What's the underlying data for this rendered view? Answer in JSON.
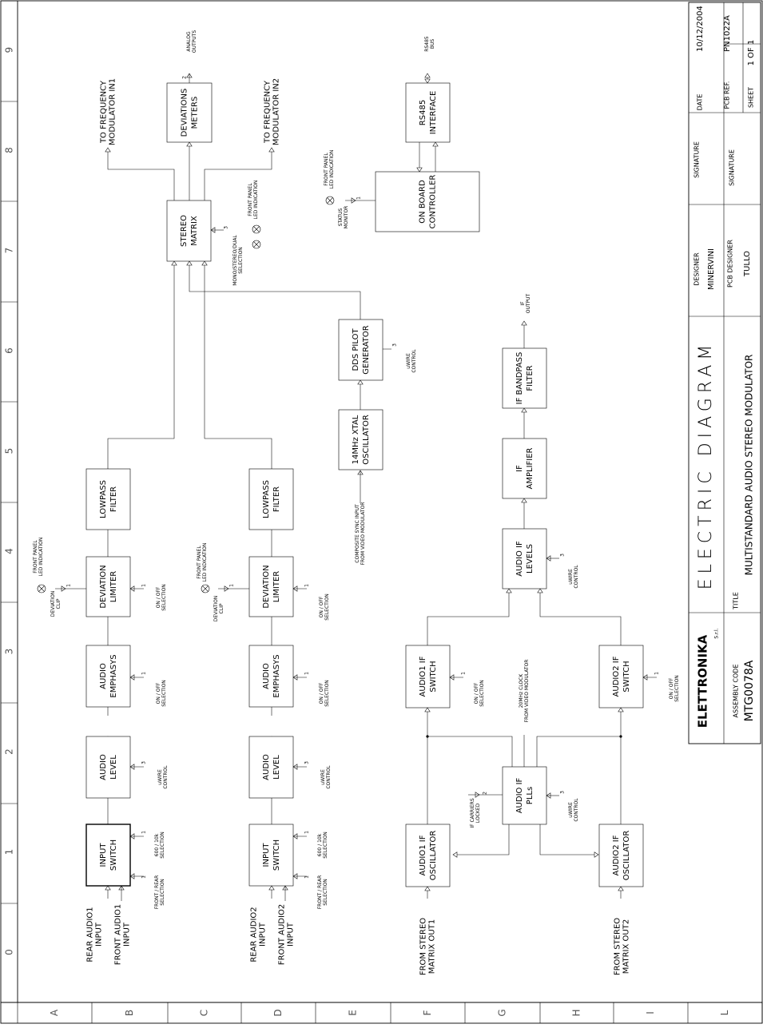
{
  "grid": {
    "rows": [
      "A",
      "B",
      "C",
      "D",
      "E",
      "F",
      "G",
      "H",
      "I",
      "L"
    ],
    "cols": [
      "0",
      "1",
      "2",
      "3",
      "4",
      "5",
      "6",
      "7",
      "8",
      "9"
    ]
  },
  "title_block": {
    "logo": "ELETTRONIKA",
    "logo_sub": "S.r.l.",
    "assembly_code_label": "ASSEMBLY CODE",
    "assembly_code": "MTG0078A",
    "title_label": "TITLE",
    "diagram_type": "ELECTRIC DIAGRAM",
    "title": "MULTISTANDARD AUDIO STEREO MODULATOR",
    "designer_label": "DESIGNER",
    "designer": "MINERVINI",
    "pcb_designer_label": "PCB DESIGNER",
    "pcb_designer": "TULLO",
    "signature_label_1": "SIGNATURE",
    "signature_label_2": "SIGNATURE",
    "date_label": "DATE",
    "date": "10/12/2004",
    "pcb_ref_label": "PCB REF.",
    "pcb_ref": "PN1022A",
    "sheet_label": "SHEET",
    "sheet_of": "1 OF 1"
  },
  "blocks": {
    "input_switch_1": [
      "INPUT",
      "SWITCH"
    ],
    "audio_level_1": [
      "AUDIO",
      "LEVEL"
    ],
    "audio_emphasis_1": [
      "AUDIO",
      "EMPHASYS"
    ],
    "deviation_limiter_1": [
      "DEVIATION",
      "LIMITER"
    ],
    "lowpass_filter_1": [
      "LOWPASS",
      "FILTER"
    ],
    "input_switch_2": [
      "INPUT",
      "SWITCH"
    ],
    "audio_level_2": [
      "AUDIO",
      "LEVEL"
    ],
    "audio_emphasis_2": [
      "AUDIO",
      "EMPHASYS"
    ],
    "deviation_limiter_2": [
      "DEVIATION",
      "LIMITER"
    ],
    "lowpass_filter_2": [
      "LOWPASS",
      "FILTER"
    ],
    "stereo_matrix": [
      "STEREO",
      "MATRIX"
    ],
    "deviations_meters": [
      "DEVIATIONS",
      "METERS"
    ],
    "xtal_oscillator": [
      "14MHz XTAL",
      "OSCILLATOR"
    ],
    "dds_pilot": [
      "DDS PILOT",
      "GENERATOR"
    ],
    "onboard_controller": [
      "ON BOARD",
      "CONTROLLER"
    ],
    "rs485_interface": [
      "RS485",
      "INTERFACE"
    ],
    "audio01_oscillator": [
      "AUDIO1 IF",
      "OSCILLATOR"
    ],
    "audio02_oscillator": [
      "AUDIO2 IF",
      "OSCILLATOR"
    ],
    "audio_if_plls": [
      "AUDIO IF",
      "PLLs"
    ],
    "audio01_switch": [
      "AUDIO1 IF",
      "SWITCH"
    ],
    "audio02_switch": [
      "AUDIO2 IF",
      "SWITCH"
    ],
    "audio_if_levels": [
      "AUDIO IF",
      "LEVELS"
    ],
    "if_amplifier": [
      "IF",
      "AMPLIFIER"
    ],
    "if_bandpass": [
      "IF BANDPASS",
      "FILTER"
    ]
  },
  "labels": {
    "rear_audio1": [
      "REAR AUDIO1",
      "INPUT"
    ],
    "front_audio1": [
      "FRONT AUDIO1",
      "INPUT"
    ],
    "rear_audio2": [
      "REAR AUDIO2",
      "INPUT"
    ],
    "front_audio2": [
      "FRONT AUDIO2",
      "INPUT"
    ],
    "from_stereo_out1": [
      "FROM STEREO",
      "MATRIX OUT1"
    ],
    "from_stereo_out2": [
      "FROM STEREO",
      "MATRIX OUT2"
    ],
    "front_rear_sel": [
      "FRONT / REAR",
      "SELECTION"
    ],
    "imp_sel": [
      "600 / 10k",
      "SELECTION"
    ],
    "uwire_control": [
      "uWIRE",
      "CONTROL"
    ],
    "on_off_sel": [
      "ON / OFF",
      "SELECTION"
    ],
    "deviation_clip": [
      "DEVIATION",
      "CLIP"
    ],
    "front_panel_led": [
      "FRONT PANEL",
      "LED INDICATION"
    ],
    "composite_sync": [
      "COMPOSITE SYNC INPUT",
      "FROM VIDEO MODULATOR"
    ],
    "clock_20mhz": [
      "20MHz CLOCK",
      "FROM VIDEO MODULATOR"
    ],
    "if_carriers_locked": [
      "IF CARRIERS",
      "LOCKED"
    ],
    "mono_stereo_sel": [
      "MONO/STEREO/DUAL",
      "SELECTION"
    ],
    "to_fm_in1": [
      "TO FREQUENCY",
      "MODULATOR IN1"
    ],
    "to_fm_in2": [
      "TO FREQUENCY",
      "MODULATOR IN2"
    ],
    "analog_outputs": [
      "ANALOG",
      "OUTPUTS"
    ],
    "rs485_bus": [
      "RS485",
      "BUS"
    ],
    "status_monitor": [
      "STATUS",
      "MONITOR"
    ],
    "if_output": [
      "IF",
      "OUTPUT"
    ],
    "n1": "1",
    "n2": "2",
    "n3": "3"
  }
}
